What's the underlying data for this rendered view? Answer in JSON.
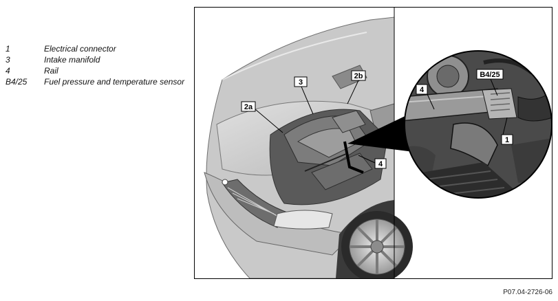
{
  "legend": {
    "items": [
      {
        "code": "1",
        "text": "Electrical connector"
      },
      {
        "code": "3",
        "text": "Intake manifold"
      },
      {
        "code": "4",
        "text": "Rail"
      },
      {
        "code": "B4/25",
        "text": "Fuel pressure and temperature sensor"
      }
    ]
  },
  "figure": {
    "callouts": {
      "c2a": "2a",
      "c2b": "2b",
      "c3": "3",
      "c4": "4",
      "detail_4": "4",
      "detail_b425": "B4/25",
      "detail_1": "1"
    },
    "reference": "P07.04-2726-06"
  }
}
